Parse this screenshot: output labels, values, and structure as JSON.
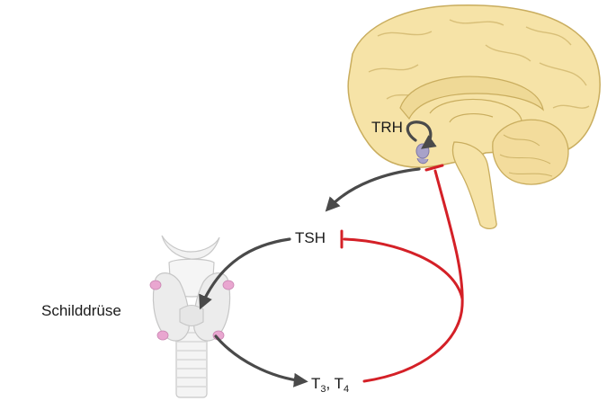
{
  "labels": {
    "trh": "TRH",
    "tsh": "TSH",
    "thyroid": "Schilddrüse",
    "hormones": {
      "t": "T",
      "sub1": "3",
      "sep": ", ",
      "sub2": "4"
    }
  },
  "colors": {
    "stimulation_arrow": "#4a4a4a",
    "inhibition_line": "#d42027",
    "brain_fill": "#f6e3a7",
    "brain_outline": "#c9ad5e",
    "pituitary": "#a8a2c9",
    "thyroid_tissue": "#eeeeee",
    "parathyroid": "#e9a6d0"
  },
  "icons": {
    "brain": "brain-sagittal-icon",
    "thyroid": "thyroid-larynx-icon"
  }
}
